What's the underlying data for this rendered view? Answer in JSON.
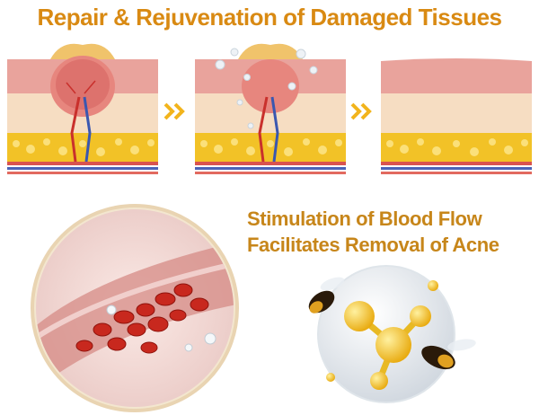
{
  "header": {
    "title": "Repair & Rejuvenation of Damaged Tissues"
  },
  "benefit": {
    "line1": "Stimulation of Blood Flow",
    "line2": "Facilitates Removal of Acne"
  },
  "colors": {
    "title": "#d98a13",
    "subtitle": "#c7861a",
    "skin": "#e9a39c",
    "dermis": "#f6ddc2",
    "fat": "#f2c227",
    "arrow": "#f2b41c"
  },
  "icons": [
    "chevron-right-icon",
    "bee-icon",
    "molecule-icon",
    "blood-cell-icon"
  ]
}
